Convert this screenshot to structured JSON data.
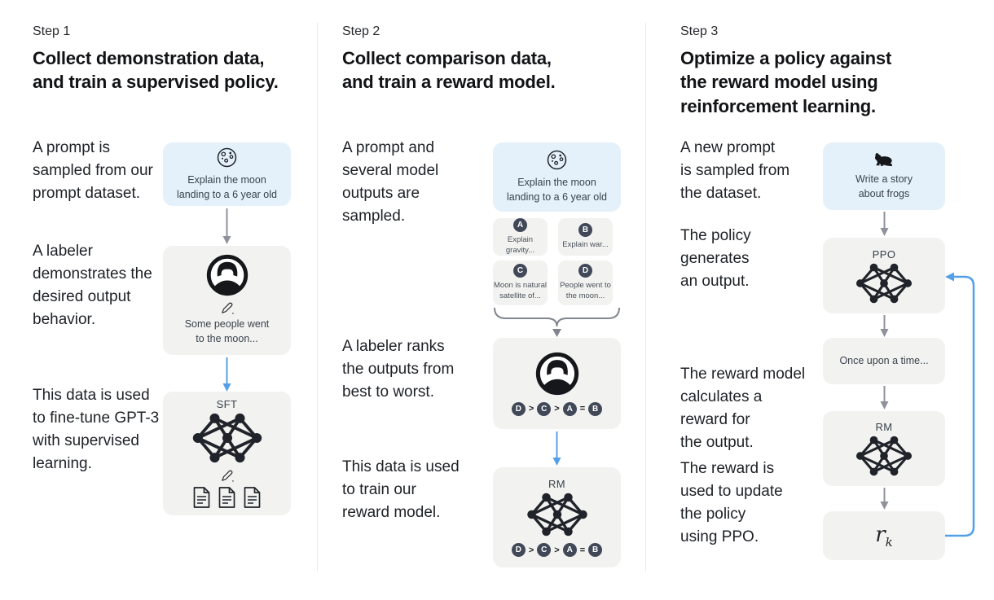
{
  "palette": {
    "prompt_box_bg": "#e4f1fa",
    "model_box_bg": "#f2f2f0",
    "badge_bg": "#414958",
    "flow_blue": "#54a0e8",
    "flow_gray": "#8f929a",
    "divider": "#e9e9e9",
    "text": "#1e2126"
  },
  "step1": {
    "label": "Step 1",
    "title": "Collect demonstration data,\nand train a supervised policy.",
    "captions": {
      "c1": "A prompt is\nsampled from our\nprompt dataset.",
      "c2": "A labeler\ndemonstrates the\ndesired output\nbehavior.",
      "c3": "This data is used\nto fine-tune GPT-3\nwith supervised\nlearning."
    },
    "prompt_box": {
      "icon": "moon-icon",
      "text": "Explain the moon\nlanding to a 6 year old"
    },
    "labeler_box": {
      "icon": "labeler-avatar-icon",
      "pencil_icon": "pencil-icon",
      "text": "Some people went\nto the moon..."
    },
    "sft_box": {
      "label": "SFT",
      "icon": "neural-network-icon",
      "pencil_icon": "pencil-icon",
      "docs_icon": "documents-icon"
    }
  },
  "step2": {
    "label": "Step 2",
    "title": "Collect comparison data,\nand train a reward model.",
    "captions": {
      "c1": "A prompt and\nseveral model\noutputs are\nsampled.",
      "c2": "A labeler ranks\nthe outputs from\nbest to worst.",
      "c3": "This data is used\nto train our\nreward model."
    },
    "prompt_box": {
      "icon": "moon-icon",
      "text": "Explain the moon\nlanding to a 6 year old"
    },
    "outputs": [
      {
        "badge": "A",
        "text": "Explain gravity..."
      },
      {
        "badge": "B",
        "text": "Explain war..."
      },
      {
        "badge": "C",
        "text": "Moon is natural\nsatellite of..."
      },
      {
        "badge": "D",
        "text": "People went to\nthe moon..."
      }
    ],
    "labeler_box": {
      "icon": "labeler-avatar-icon"
    },
    "ranking": {
      "badges": [
        "D",
        "C",
        "A",
        "B"
      ],
      "ops": [
        ">",
        ">",
        "="
      ]
    },
    "rm_box": {
      "label": "RM",
      "icon": "neural-network-icon"
    }
  },
  "step3": {
    "label": "Step 3",
    "title": "Optimize a policy against\nthe reward model using\nreinforcement learning.",
    "captions": {
      "c1": "A new prompt\nis sampled from\nthe dataset.",
      "c2": "The policy\ngenerates\nan output.",
      "c3": "The reward model\ncalculates a\nreward for\nthe output.",
      "c4": "The reward is\nused to update\nthe policy\nusing PPO."
    },
    "prompt_box": {
      "icon": "frog-icon",
      "text": "Write a story\nabout frogs"
    },
    "ppo_box": {
      "label": "PPO",
      "icon": "neural-network-icon"
    },
    "output_box": {
      "text": "Once upon a time..."
    },
    "rm_box": {
      "label": "RM",
      "icon": "neural-network-icon"
    },
    "reward_box": {
      "symbol": "r",
      "subscript": "k"
    }
  }
}
